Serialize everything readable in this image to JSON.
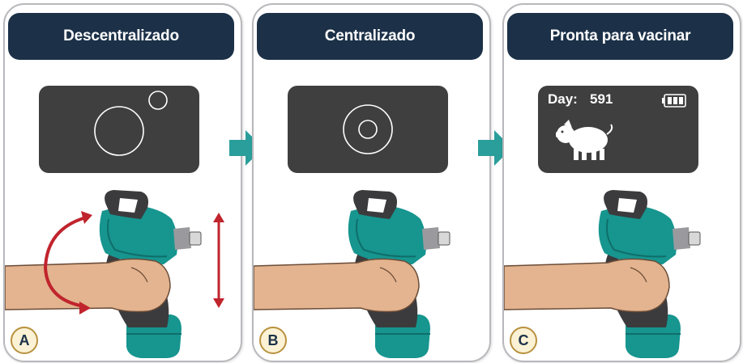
{
  "steps": [
    {
      "title": "Descentralizado",
      "label": "A"
    },
    {
      "title": "Centralizado",
      "label": "B"
    },
    {
      "title": "Pronta para vacinar",
      "label": "C"
    }
  ],
  "display": {
    "day_label": "Day:",
    "day_value": "591"
  },
  "colors": {
    "header_bg": "#1c3148",
    "screen_bg": "#3f3f3f",
    "arrow": "#2a9e9b",
    "device_teal": "#17958f",
    "motion_red": "#c0242d",
    "skin": "#e3b48f",
    "badge_border": "#b8913e"
  },
  "icons": [
    "pig-icon",
    "battery-icon",
    "rotate-arrow-icon",
    "vertical-arrow-icon"
  ]
}
